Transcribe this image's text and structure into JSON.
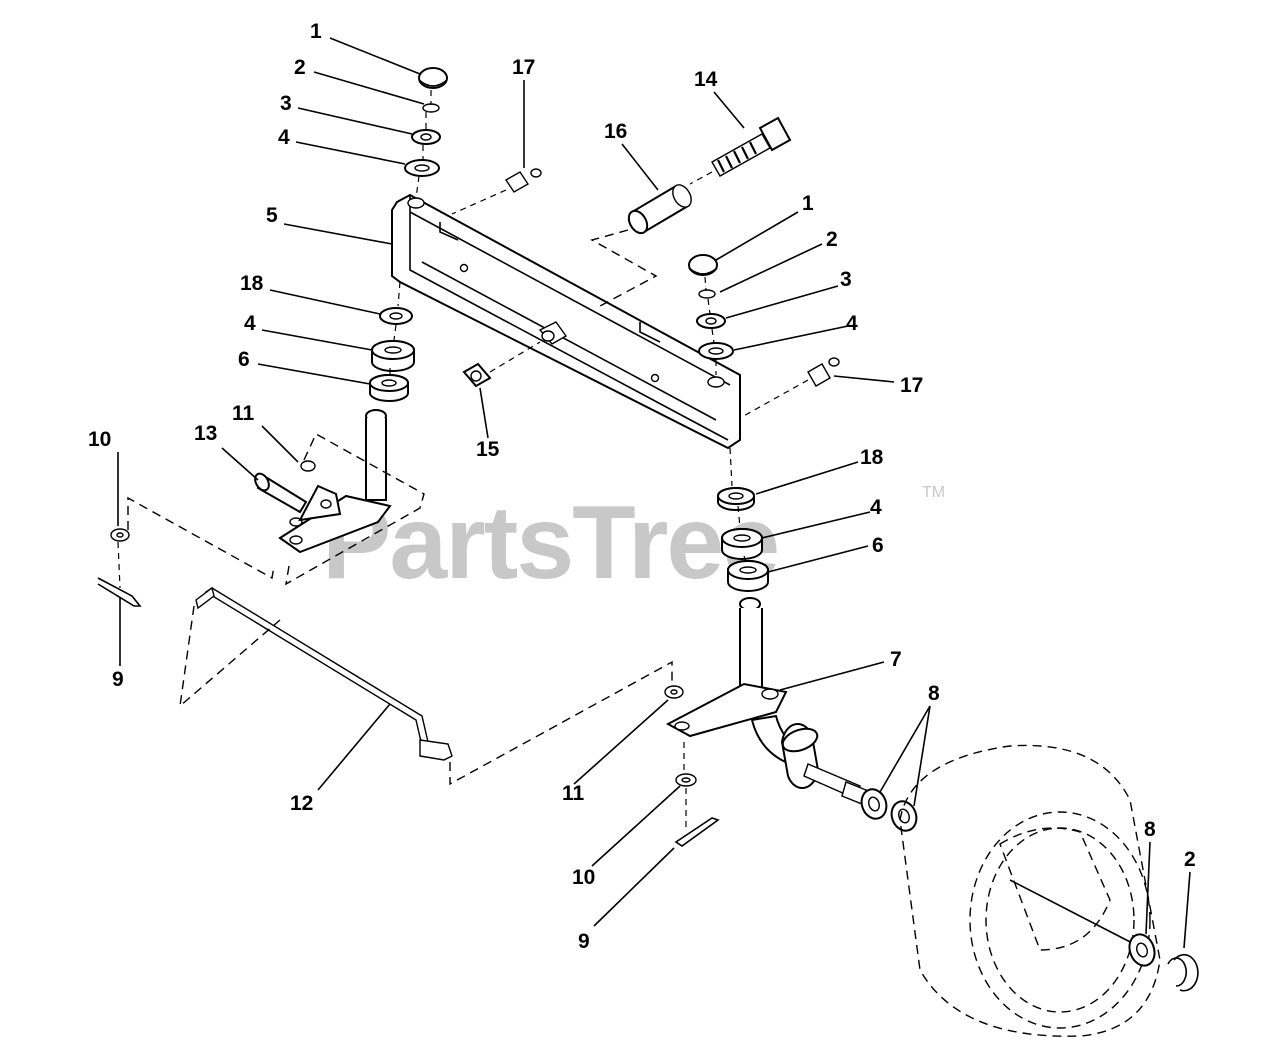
{
  "watermark": {
    "brand": "PartsTree",
    "trademark": "TM"
  },
  "callouts": [
    {
      "id": "c1a",
      "label": "1"
    },
    {
      "id": "c2a",
      "label": "2"
    },
    {
      "id": "c3a",
      "label": "3"
    },
    {
      "id": "c4a",
      "label": "4"
    },
    {
      "id": "c5",
      "label": "5"
    },
    {
      "id": "c18a",
      "label": "18"
    },
    {
      "id": "c4b",
      "label": "4"
    },
    {
      "id": "c6a",
      "label": "6"
    },
    {
      "id": "c11a",
      "label": "11"
    },
    {
      "id": "c13",
      "label": "13"
    },
    {
      "id": "c10a",
      "label": "10"
    },
    {
      "id": "c9a",
      "label": "9"
    },
    {
      "id": "c17a",
      "label": "17"
    },
    {
      "id": "c14",
      "label": "14"
    },
    {
      "id": "c16",
      "label": "16"
    },
    {
      "id": "c1b",
      "label": "1"
    },
    {
      "id": "c2b",
      "label": "2"
    },
    {
      "id": "c3b",
      "label": "3"
    },
    {
      "id": "c4c",
      "label": "4"
    },
    {
      "id": "c17b",
      "label": "17"
    },
    {
      "id": "c15",
      "label": "15"
    },
    {
      "id": "c18b",
      "label": "18"
    },
    {
      "id": "c4d",
      "label": "4"
    },
    {
      "id": "c6b",
      "label": "6"
    },
    {
      "id": "c7",
      "label": "7"
    },
    {
      "id": "c8a",
      "label": "8"
    },
    {
      "id": "c12",
      "label": "12"
    },
    {
      "id": "c11b",
      "label": "11"
    },
    {
      "id": "c10b",
      "label": "10"
    },
    {
      "id": "c9b",
      "label": "9"
    },
    {
      "id": "c8b",
      "label": "8"
    },
    {
      "id": "c2c",
      "label": "2"
    }
  ]
}
